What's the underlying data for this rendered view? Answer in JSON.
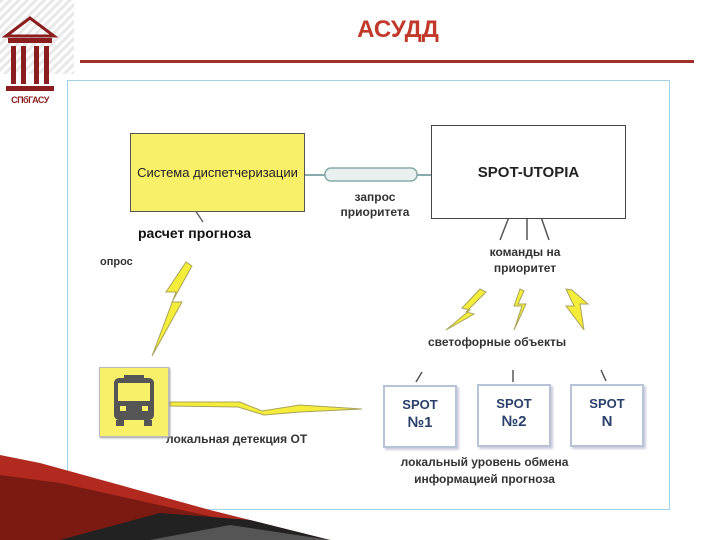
{
  "header": {
    "title": "АСУДД",
    "logo_text": "СПбГАСУ",
    "accent_color": "#c0392b"
  },
  "diagram": {
    "dispatch_box": "Система диспетчеризации",
    "spot_utopia": "SPOT-UTOPIA",
    "zapros_label": "запрос приоритета",
    "raschet_label": "расчет прогноза",
    "opros_label": "опрос",
    "komandy_label": "команды на приоритет",
    "svetofor_label": "светофорные объекты",
    "lokal_detekcia_label": "локальная детекция ОТ",
    "lokal_uroven_label": "локальный уровень обмена информацией прогноза",
    "spot_boxes": [
      {
        "line1": "SPOT",
        "line2": "№1"
      },
      {
        "line1": "SPOT",
        "line2": "№2"
      },
      {
        "line1": "SPOT",
        "line2": "N"
      }
    ],
    "bus_icon": "bus-icon",
    "lightning_icon": "lightning-icon",
    "highlight_color": "#f9f06a"
  }
}
